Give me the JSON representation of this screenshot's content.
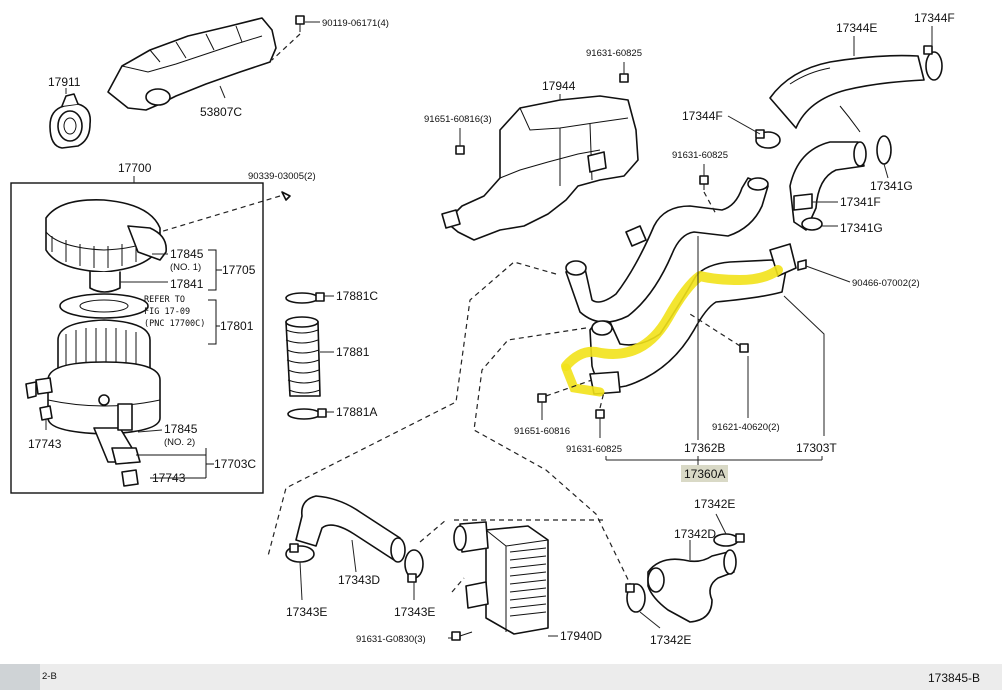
{
  "labels": {
    "p90119": "90119-06171(4)",
    "p17911": "17911",
    "p53807C": "53807C",
    "p17700": "17700",
    "p90339": "90339-03005(2)",
    "p17845a": "17845",
    "p17845a_no": "(NO. 1)",
    "p17841": "17841",
    "p17705": "17705",
    "refer1": "REFER TO",
    "refer2": "FIG 17-09",
    "refer3": "(PNC 17700C)",
    "p17801": "17801",
    "p17743a": "17743",
    "p17845b": "17845",
    "p17845b_no": "(NO. 2)",
    "p17703C": "17703C",
    "p17743b": "17743",
    "p17881C": "17881C",
    "p17881": "17881",
    "p17881A": "17881A",
    "p91631a": "91631-60825",
    "p17944": "17944",
    "p91651a": "91651-60816(3)",
    "p17344Fa": "17344F",
    "p17344E": "17344E",
    "p17344Fb": "17344F",
    "p91631b": "91631-60825",
    "p17341G_a": "17341G",
    "p17341F": "17341F",
    "p17341G_b": "17341G",
    "p90466": "90466-07002(2)",
    "p91621": "91621-40620(2)",
    "p91651b": "91651-60816",
    "p91631c": "91631-60825",
    "p17362B": "17362B",
    "p17303T": "17303T",
    "p17360A": "17360A",
    "p17342Ea": "17342E",
    "p17342D": "17342D",
    "p17342Eb": "17342E",
    "p17343D": "17343D",
    "p17343Ea": "17343E",
    "p17343Eb": "17343E",
    "p91631G": "91631-G0830(3)",
    "p17940D": "17940D",
    "footer_left": "2-B",
    "footer_right": "173845-B"
  },
  "colors": {
    "highlight": "#f2e21a",
    "label_highlight": "#d9d9c6",
    "line": "#111111",
    "footer_bar": "#ececec",
    "corner_box": "#cfd3d6"
  },
  "highlighted_part": "17360A"
}
